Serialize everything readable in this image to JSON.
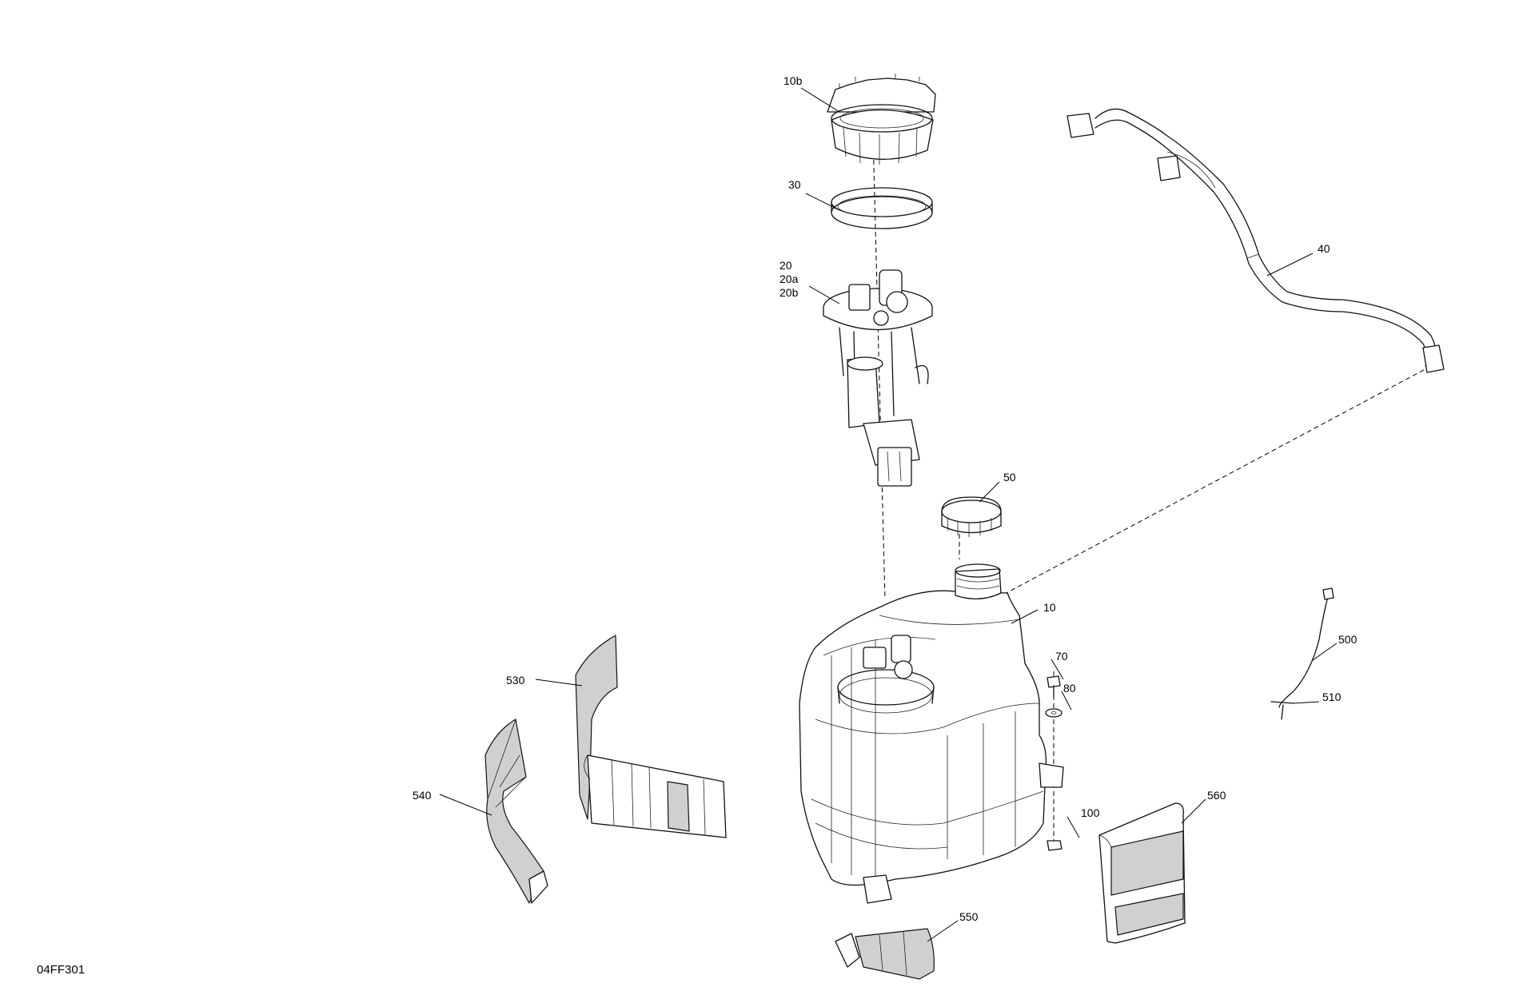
{
  "figure": {
    "reference_code": "04FF301",
    "callouts": [
      {
        "id": "10b",
        "label": "10b"
      },
      {
        "id": "30",
        "label": "30"
      },
      {
        "id": "20",
        "label": "20"
      },
      {
        "id": "20a",
        "label": "20a"
      },
      {
        "id": "20b",
        "label": "20b"
      },
      {
        "id": "40",
        "label": "40"
      },
      {
        "id": "50",
        "label": "50"
      },
      {
        "id": "10",
        "label": "10"
      },
      {
        "id": "70",
        "label": "70"
      },
      {
        "id": "80",
        "label": "80"
      },
      {
        "id": "100",
        "label": "100"
      },
      {
        "id": "500",
        "label": "500"
      },
      {
        "id": "510",
        "label": "510"
      },
      {
        "id": "530",
        "label": "530"
      },
      {
        "id": "540",
        "label": "540"
      },
      {
        "id": "550",
        "label": "550"
      },
      {
        "id": "560",
        "label": "560"
      }
    ]
  },
  "colors": {
    "line": "#111111",
    "shade": "#d0d0d0",
    "background": "#ffffff"
  }
}
